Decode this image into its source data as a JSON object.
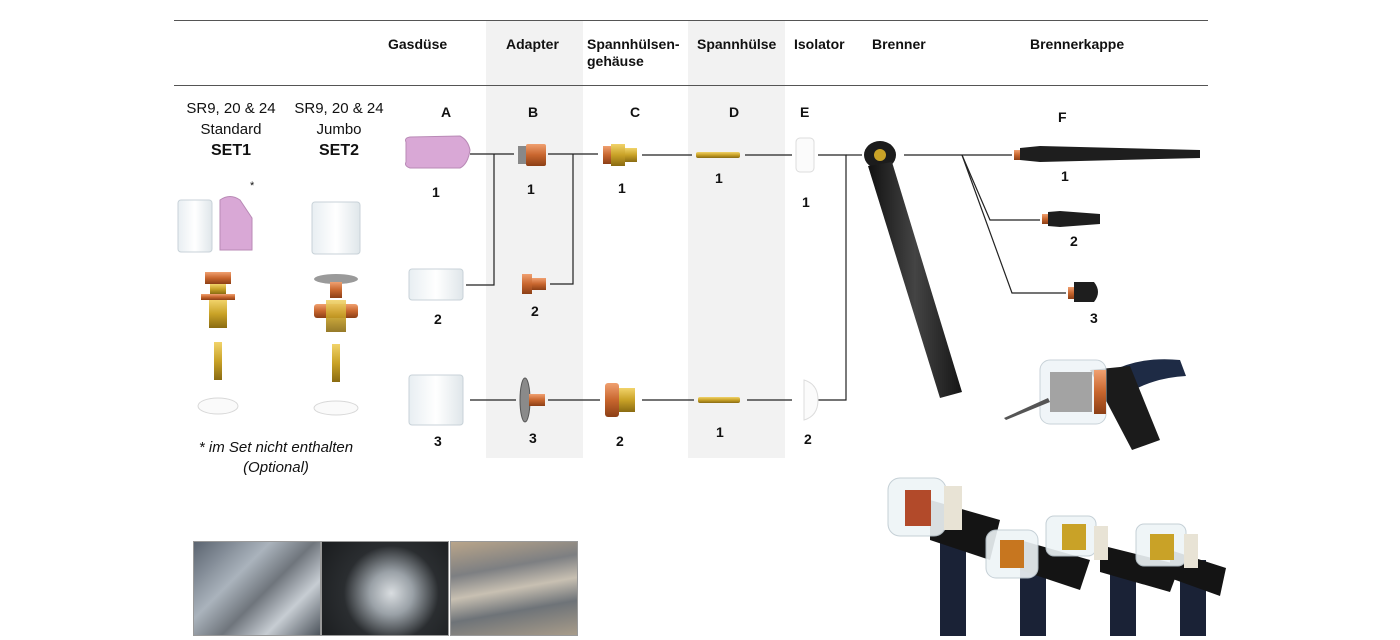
{
  "headers": {
    "gasduese": "Gasdüse",
    "adapter": "Adapter",
    "spannhuelsengehaeuse_l1": "Spannhülsen-",
    "spannhuelsengehaeuse_l2": "gehäuse",
    "spannhuelse": "Spannhülse",
    "isolator": "Isolator",
    "brenner": "Brenner",
    "brennerkappe": "Brennerkappe"
  },
  "sets": {
    "set1": {
      "line1": "SR9, 20 & 24",
      "line2": "Standard",
      "name": "SET1"
    },
    "set2": {
      "line1": "SR9, 20 & 24",
      "line2": "Jumbo",
      "name": "SET2"
    },
    "asterisk": "*",
    "note_line1": "* im Set nicht enthalten",
    "note_line2": "(Optional)"
  },
  "letters": {
    "a": "A",
    "b": "B",
    "c": "C",
    "d": "D",
    "e": "E",
    "f": "F"
  },
  "numbers": {
    "a1": "1",
    "a2": "2",
    "a3": "3",
    "b1": "1",
    "b2": "2",
    "b3": "3",
    "c1": "1",
    "c2": "2",
    "d1": "1",
    "d2": "1",
    "e1": "1",
    "e2": "2",
    "f1": "1",
    "f2": "2",
    "f3": "3"
  },
  "colors": {
    "ceramic_pink": "#d9a8d6",
    "copper": "#c8662e",
    "brass": "#c9a227",
    "torch_dark": "#2a2a2a",
    "band_gray": "#f2f2f2"
  }
}
